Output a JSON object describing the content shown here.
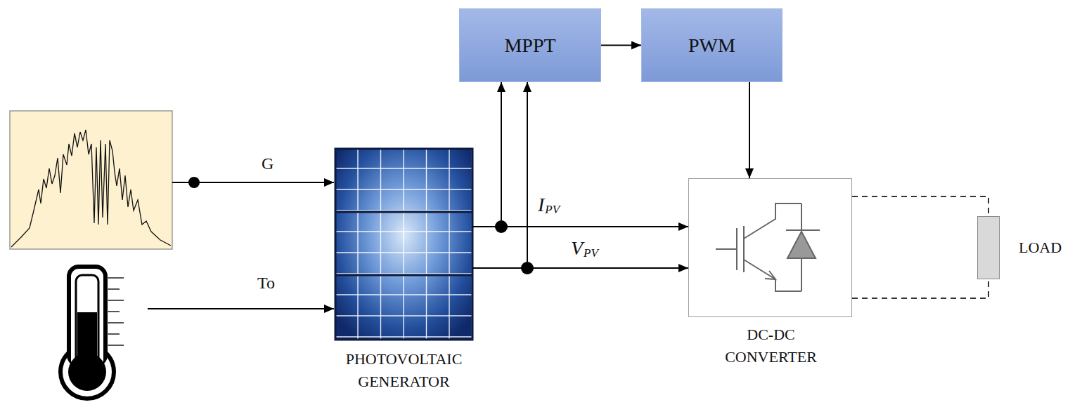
{
  "diagram": {
    "nodes": [
      {
        "text": [
          "MPPT"
        ]
      },
      {
        "text": [
          "PWM"
        ]
      },
      {
        "text": [
          "PHOTOVOLTAIC GENERATOR"
        ]
      },
      {
        "text": [
          "DC-DC CONVERTER"
        ]
      },
      {
        "text": [
          "LOAD"
        ]
      }
    ],
    "edges": [
      {
        "from": 0,
        "to": 1,
        "arrow": "to"
      },
      {
        "from": 1,
        "to": 3,
        "arrow": "to"
      },
      {
        "from": 2,
        "to": 3,
        "label": "IPV",
        "arrow": "to"
      },
      {
        "from": 2,
        "to": 3,
        "label": "VPV",
        "arrow": "to"
      },
      {
        "from": 2,
        "to": 0,
        "arrow": "to"
      },
      {
        "from": 2,
        "to": 0,
        "arrow": "to"
      },
      {
        "from": 3,
        "to": 4,
        "arrow": "none"
      },
      {
        "from": 3,
        "to": 4,
        "arrow": "none"
      }
    ],
    "labels": [
      "G",
      "To"
    ]
  }
}
